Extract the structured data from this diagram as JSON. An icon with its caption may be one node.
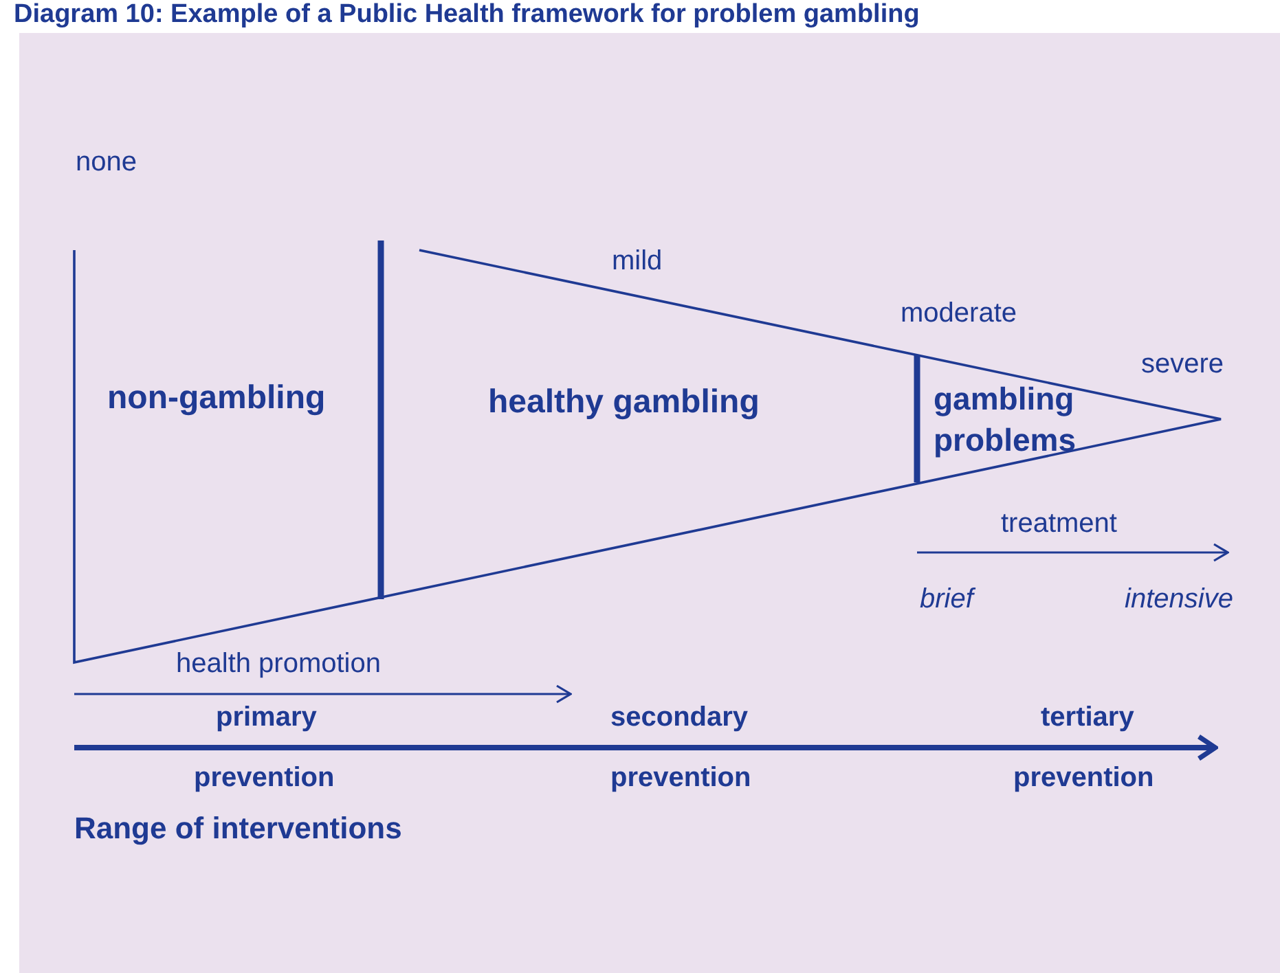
{
  "diagram": {
    "title": "Diagram 10: Example of a Public Health framework for problem gambling",
    "nodes": [
      {
        "text": [
          "non-gambling"
        ]
      },
      {
        "text": [
          "healthy gambling"
        ]
      },
      {
        "text": [
          "gambling problems"
        ]
      }
    ],
    "labels": [
      "none",
      "mild",
      "moderate",
      "severe",
      "treatment",
      "brief",
      "intensive",
      "health promotion",
      "primary",
      "secondary",
      "tertiary",
      "prevention",
      "prevention",
      "prevention",
      "Range of interventions"
    ]
  }
}
